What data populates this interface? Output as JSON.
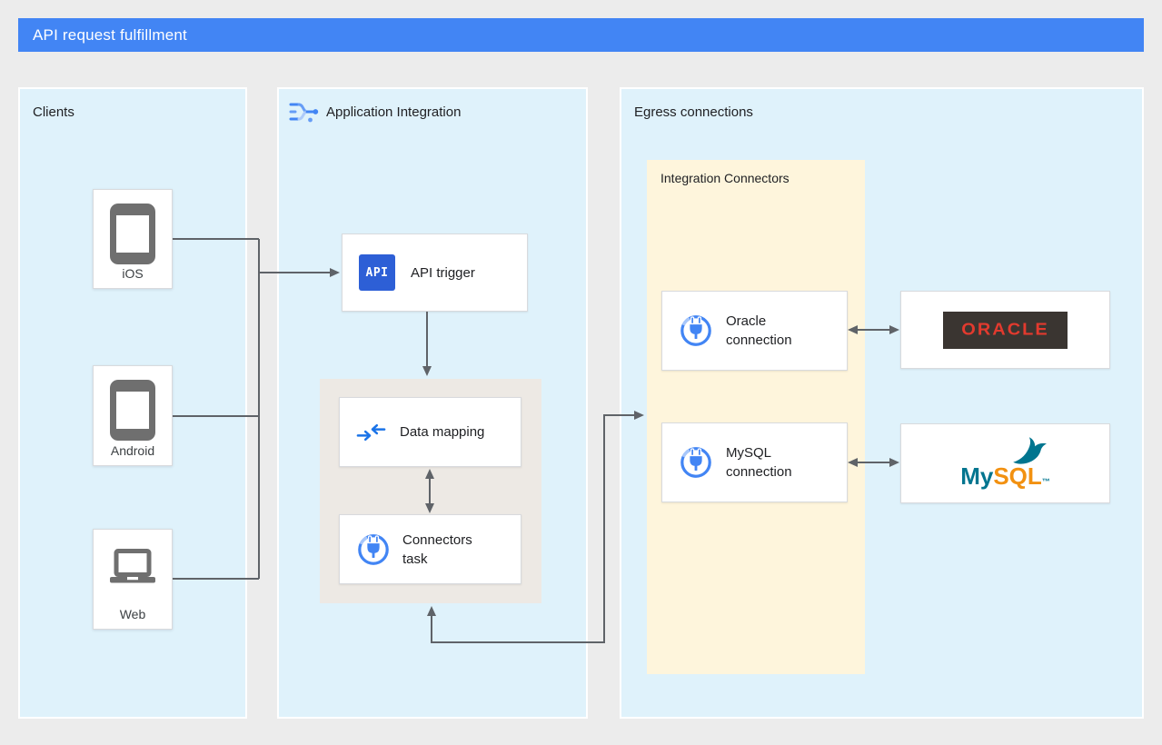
{
  "header": {
    "title": "API request fulfillment"
  },
  "panels": {
    "clients": {
      "label": "Clients"
    },
    "application_integration": {
      "label": "Application Integration"
    },
    "egress": {
      "label": "Egress connections"
    },
    "integration_connectors": {
      "label": "Integration Connectors"
    }
  },
  "clients": {
    "devices": [
      {
        "label": "iOS",
        "icon": "smartphone-icon"
      },
      {
        "label": "Android",
        "icon": "smartphone-icon"
      },
      {
        "label": "Web",
        "icon": "laptop-icon"
      }
    ]
  },
  "application_integration": {
    "api_trigger": {
      "label": "API trigger",
      "badge": "API"
    },
    "data_mapping": {
      "label": "Data mapping"
    },
    "connectors_task": {
      "label": "Connectors task"
    }
  },
  "egress": {
    "oracle_connection": {
      "label": "Oracle connection"
    },
    "mysql_connection": {
      "label": "MySQL connection"
    },
    "oracle_logo": {
      "wordmark": "ORACLE"
    },
    "mysql_logo": {
      "wordmark_prefix": "My",
      "wordmark_suffix": "SQL",
      "trademark": "™"
    }
  },
  "colors": {
    "page_background": "#ECECEC",
    "header_blue": "#4285F4",
    "panel_blue": "#DFF2FB",
    "connectors_yellow": "#FEF5DC",
    "container_gray": "#EDE9E4",
    "arrow_gray": "#5F6368",
    "api_icon_blue": "#2D5FD6",
    "google_blue": "#4285F4",
    "google_blue_light": "#669DF6",
    "mapping_blue": "#1A73E8",
    "oracle_red": "#E23A2E",
    "oracle_dark": "#3A3531",
    "mysql_teal": "#00758F",
    "mysql_orange": "#F29111",
    "device_gray": "#6F6F6F"
  }
}
